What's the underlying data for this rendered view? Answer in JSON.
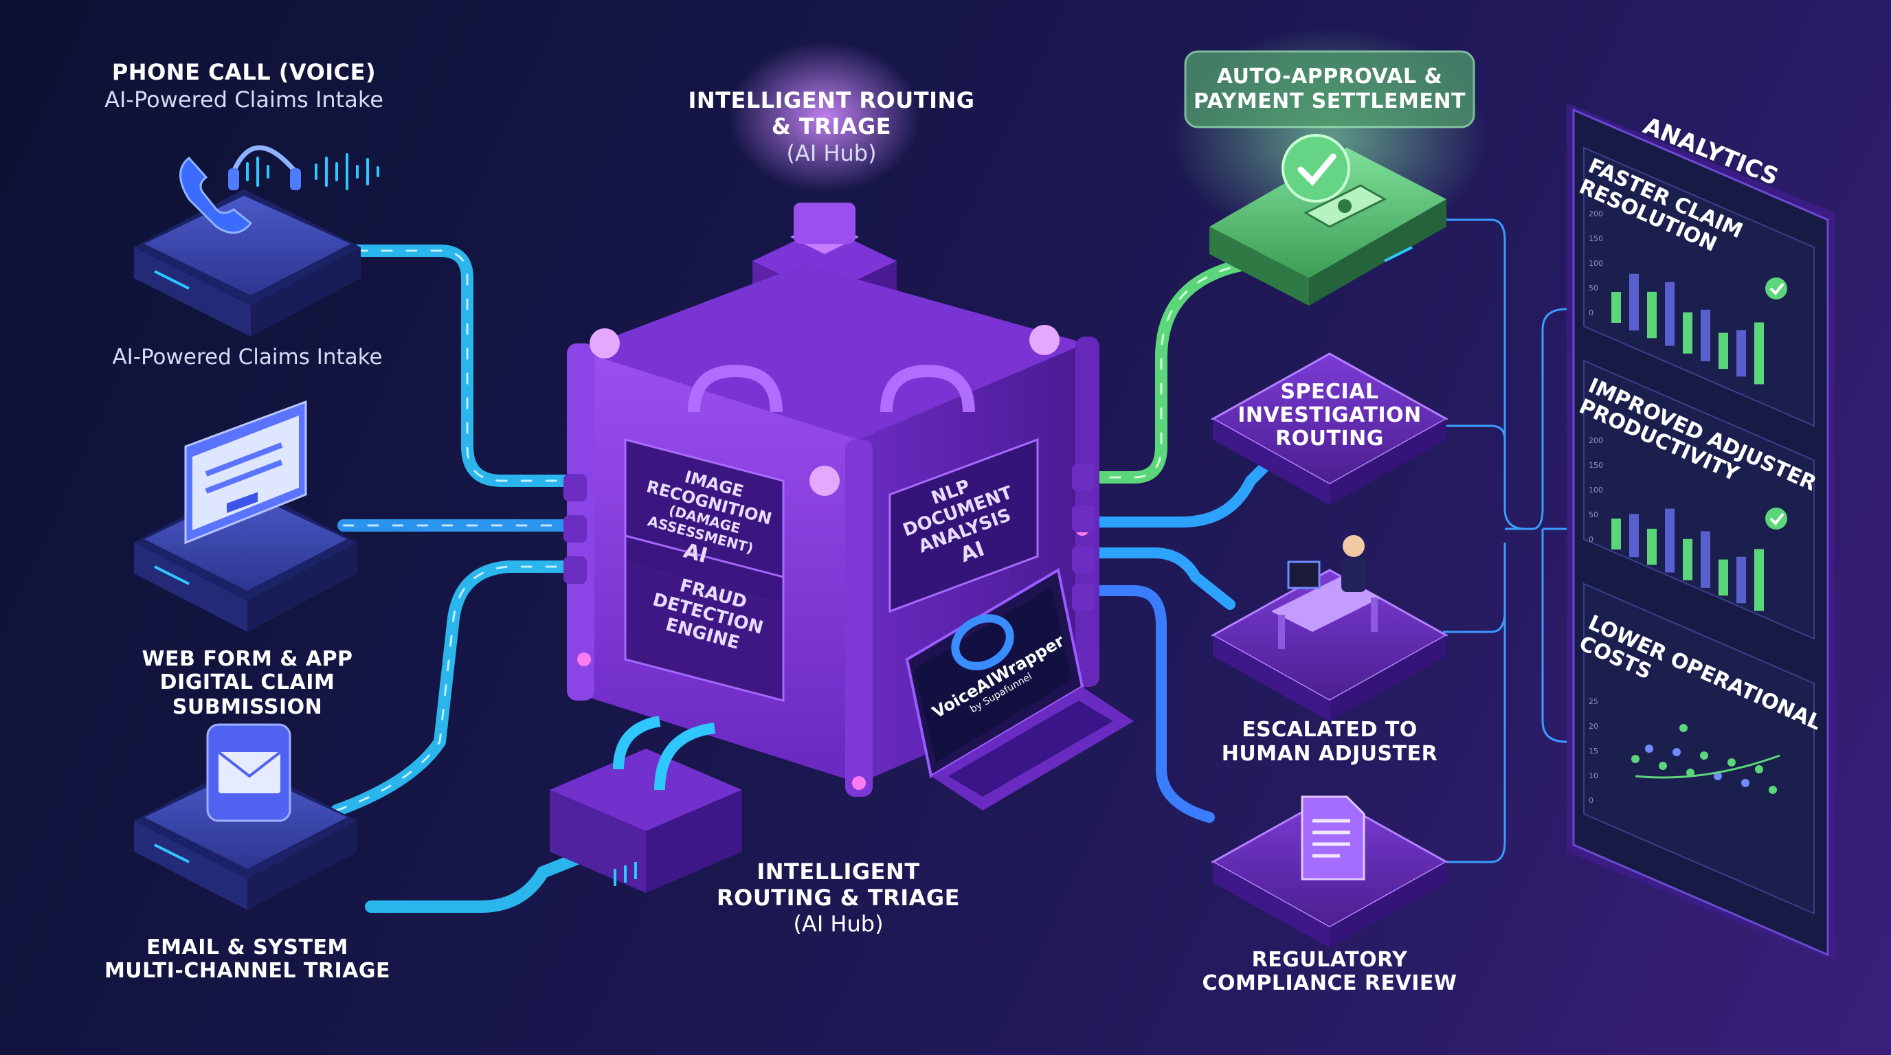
{
  "inputs": {
    "phone": {
      "title": "PHONE CALL (VOICE)",
      "subtitle": "AI-Powered Claims Intake",
      "caption": "AI-Powered Claims Intake",
      "icon": "headset-phone-icon"
    },
    "web": {
      "line1": "WEB FORM & APP",
      "line2": "DIGITAL CLAIM SUBMISSION",
      "icon": "web-form-icon"
    },
    "email": {
      "line1": "EMAIL & SYSTEM",
      "line2": "MULTI-CHANNEL TRIAGE",
      "icon": "envelope-icon"
    }
  },
  "hub": {
    "top_line1": "INTELLIGENT ROUTING",
    "top_line2": "& TRIAGE",
    "top_line3": "(AI Hub)",
    "bottom_line1": "INTELLIGENT",
    "bottom_line2": "ROUTING & TRIAGE",
    "bottom_line3": "(AI Hub)",
    "panels": {
      "image_recognition": {
        "line1": "IMAGE RECOGNITION",
        "line2": "(DAMAGE ASSESSMENT)",
        "line3": "AI"
      },
      "fraud": {
        "line1": "FRAUD",
        "line2": "DETECTION",
        "line3": "ENGINE"
      },
      "nlp": {
        "line1": "NLP",
        "line2": "DOCUMENT",
        "line3": "ANALYSIS",
        "line4": "AI"
      }
    },
    "laptop": {
      "brand": "VoiceAIWrapper",
      "byline": "by Supafunnel"
    }
  },
  "outputs": {
    "auto_approval": {
      "line1": "AUTO-APPROVAL &",
      "line2": "PAYMENT SETTLEMENT",
      "icon": "checkmark-money-icon"
    },
    "special_investigation": {
      "line1": "SPECIAL",
      "line2": "INVESTIGATION",
      "line3": "ROUTING"
    },
    "escalated": {
      "line1": "ESCALATED TO",
      "line2": "HUMAN ADJUSTER",
      "icon": "adjuster-desk-icon"
    },
    "regulatory": {
      "line1": "REGULATORY",
      "line2": "COMPLIANCE REVIEW",
      "icon": "document-icon"
    }
  },
  "analytics": {
    "title": "ANALYTICS",
    "cards": [
      {
        "line1": "FASTER CLAIM",
        "line2": "RESOLUTION",
        "ticks": [
          "200",
          "150",
          "100",
          "50",
          "0"
        ],
        "bars": [
          0.3,
          0.55,
          0.45,
          0.62,
          0.4,
          0.5,
          0.35,
          0.45,
          0.6
        ]
      },
      {
        "line1": "IMPROVED ADJUSTER",
        "line2": "PRODUCTIVITY",
        "ticks": [
          "200",
          "150",
          "100",
          "50",
          "0"
        ],
        "bars": [
          0.3,
          0.42,
          0.35,
          0.62,
          0.4,
          0.55,
          0.35,
          0.45,
          0.6
        ]
      },
      {
        "line1": "LOWER OPERATIONAL",
        "line2": "COSTS",
        "ticks": [
          "25",
          "20",
          "15",
          "10",
          "0"
        ],
        "bars": []
      }
    ]
  },
  "colors": {
    "cyan_flow": "#2ec7ff",
    "blue_flow": "#3a7dff",
    "green_flow": "#5cd67a",
    "hub_purple": "#8a3fe0",
    "hub_dark": "#5a22a8",
    "platform_blue": "#3b48a8",
    "output_green": "#4fbf6a"
  }
}
